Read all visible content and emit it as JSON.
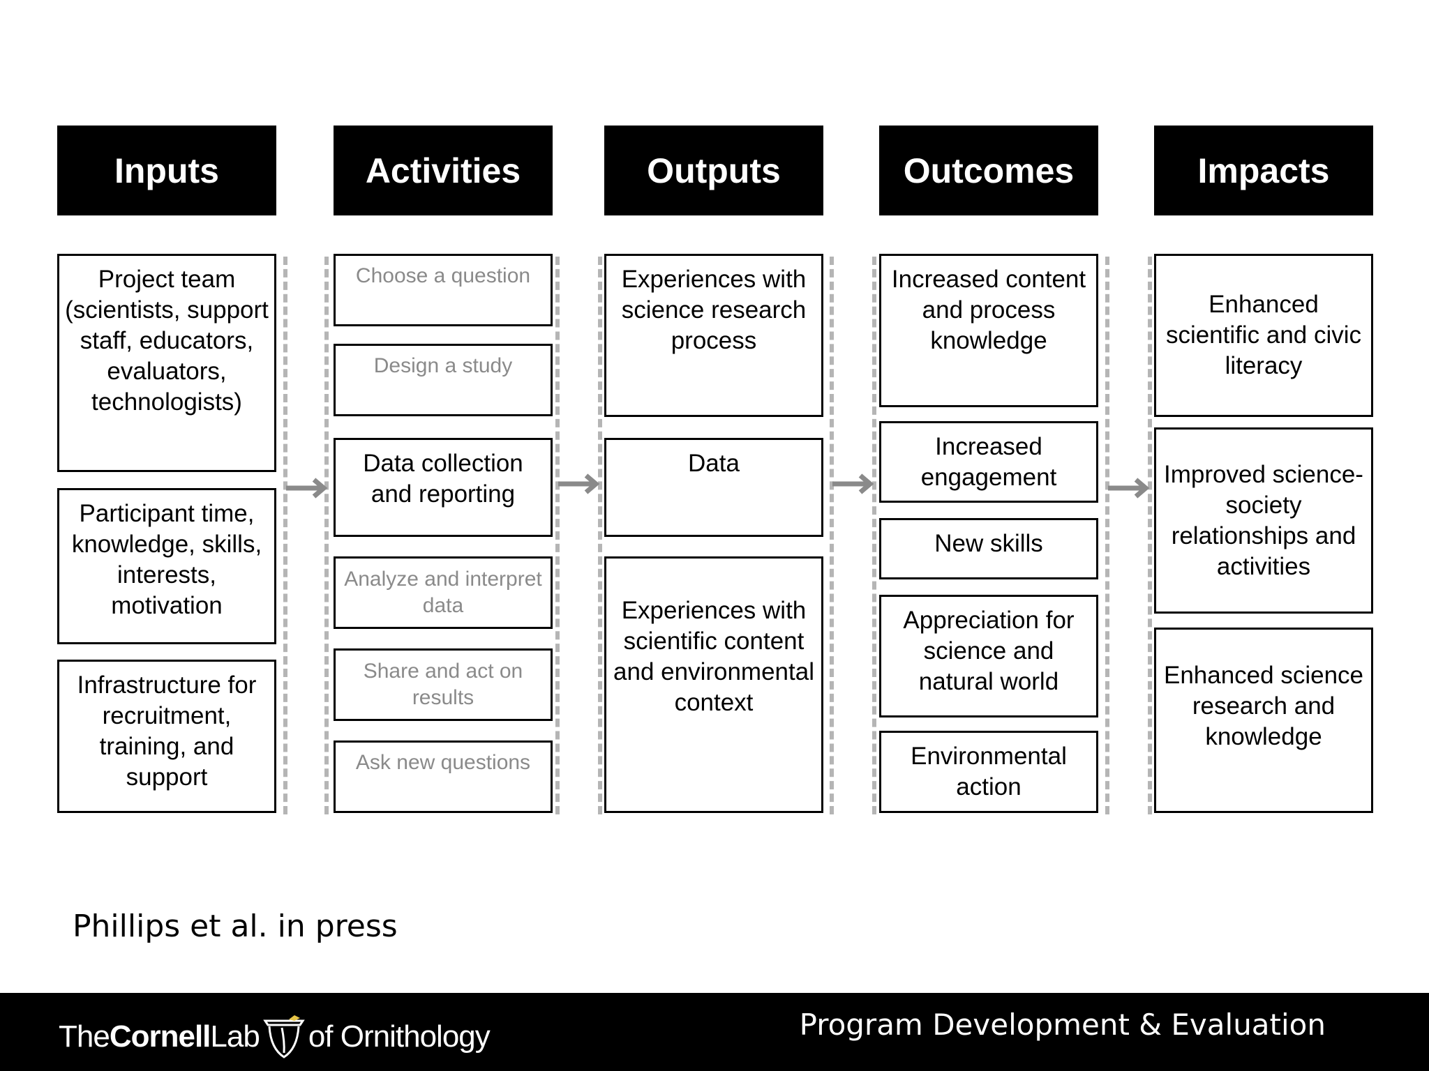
{
  "headers": [
    "Inputs",
    "Activities",
    "Outputs",
    "Outcomes",
    "Impacts"
  ],
  "inputs": [
    "Project team (scientists, support staff, educators, evaluators, technologists)",
    "Participant time, knowledge, skills, interests, motivation",
    "Infrastructure for recruitment, training, and support"
  ],
  "activities": [
    "Choose a question",
    "Design a study",
    "Data collection and reporting",
    "Analyze and interpret data",
    "Share and act on results",
    "Ask new questions"
  ],
  "outputs": [
    "Experiences with science research process",
    "Data",
    "Experiences with scientific content and environmental context"
  ],
  "outcomes": [
    "Increased content and process knowledge",
    "Increased engagement",
    "New skills",
    "Appreciation for science and natural world",
    "Environmental action"
  ],
  "impacts": [
    "Enhanced scientific and civic literacy",
    "Improved science-society relationships and activities",
    "Enhanced science research and knowledge"
  ],
  "citation": "Phillips et al. in press",
  "footer": {
    "logo_the": "The",
    "logo_cornell": "Cornell",
    "logo_lab": "Lab",
    "logo_of": "of Ornithology",
    "title": "Program Development & Evaluation"
  }
}
